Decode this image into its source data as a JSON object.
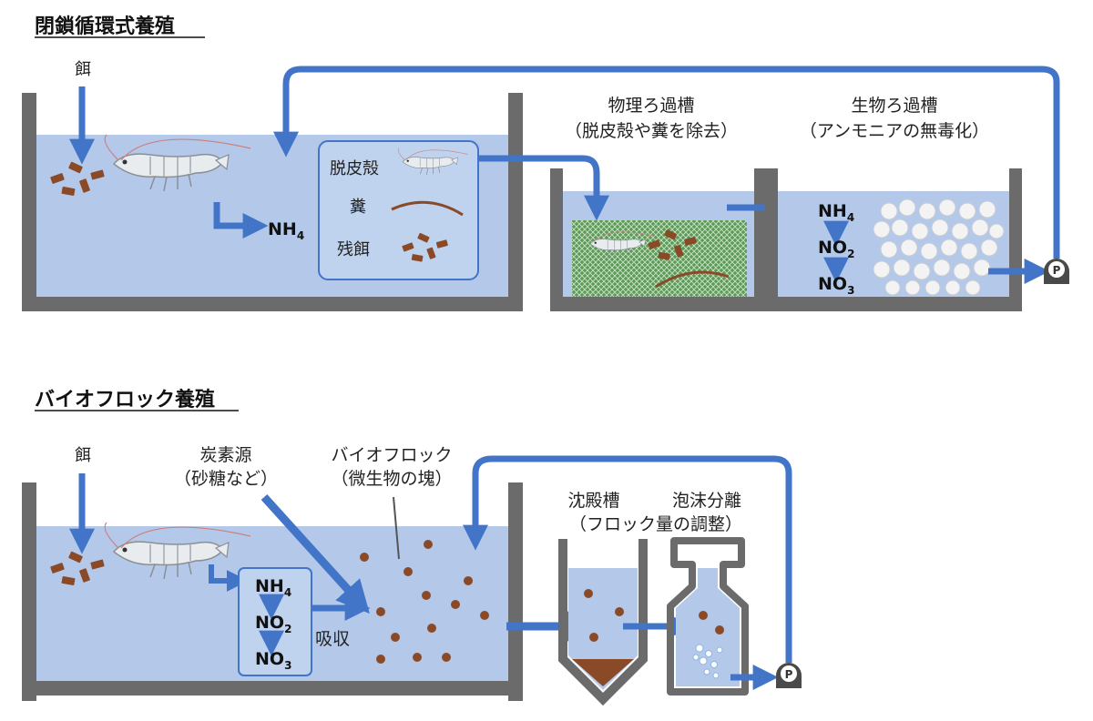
{
  "sections": [
    {
      "title": "閉鎖循環式養殖"
    },
    {
      "title": "バイオフロック養殖"
    }
  ],
  "ras": {
    "feed_label": "餌",
    "nh4": {
      "main": "NH",
      "sub": "4"
    },
    "waste_box": {
      "molt": "脱皮殻",
      "feces": "糞",
      "leftover": "残餌"
    },
    "physical_filter": {
      "name": "物理ろ過槽",
      "note": "（脱皮殻や糞を除去）"
    },
    "bio_filter": {
      "name": "生物ろ過槽",
      "note": "（アンモニアの無毒化）"
    },
    "chain": [
      {
        "main": "NH",
        "sub": "4"
      },
      {
        "main": "NO",
        "sub": "2"
      },
      {
        "main": "NO",
        "sub": "3"
      }
    ],
    "pump_label": "P"
  },
  "biofloc": {
    "feed_label": "餌",
    "carbon": {
      "name": "炭素源",
      "note": "（砂糖など）"
    },
    "floc": {
      "name": "バイオフロック",
      "note": "（微生物の塊）"
    },
    "chain": [
      {
        "main": "NH",
        "sub": "4"
      },
      {
        "main": "NO",
        "sub": "2"
      },
      {
        "main": "NO",
        "sub": "3"
      }
    ],
    "absorb_label": "吸収",
    "settling_tank": "沈殿槽",
    "foam_separator": "泡沫分離",
    "adjust_note": "（フロック量の調整）",
    "pump_label": "P"
  },
  "colors": {
    "water": "#b4c9ea",
    "arrow": "#4275c8",
    "wall": "#6b6b6b",
    "waste": "#8a4a28",
    "mesh": "#5d9a5a"
  }
}
